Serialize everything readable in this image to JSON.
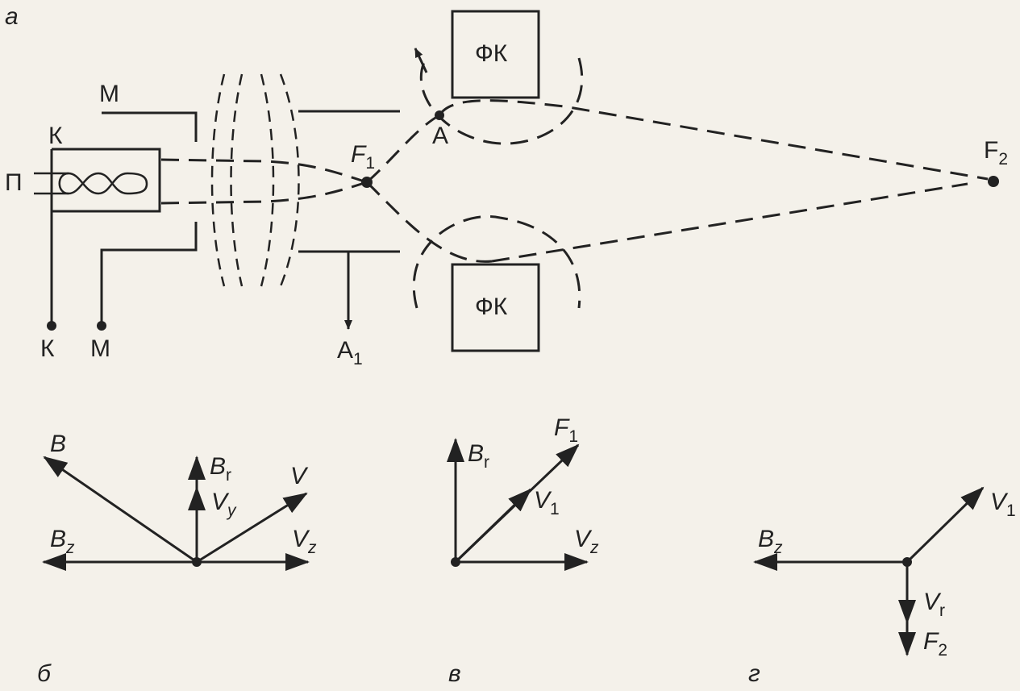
{
  "panels": {
    "a": "а",
    "b": "б",
    "v": "в",
    "g": "г"
  },
  "scheme": {
    "cathode": "К",
    "modulator": "М",
    "heater": "П",
    "focus_1": "F",
    "focus_1_sub": "1",
    "focus_2": "F",
    "focus_2_sub": "2",
    "point_a": "A",
    "anode": "A",
    "anode_sub": "1",
    "fk_top": "ФК",
    "fk_bottom": "ФК",
    "lead_k": "К",
    "lead_m": "М"
  },
  "vectors_b": {
    "B": "B",
    "Br": "B",
    "Br_sub": "r",
    "Vy": "V",
    "Vy_sub": "y",
    "V": "V",
    "Bz": "B",
    "Bz_sub": "z",
    "Vz": "V",
    "Vz_sub": "z"
  },
  "vectors_v": {
    "Br": "B",
    "Br_sub": "r",
    "F1": "F",
    "F1_sub": "1",
    "V1": "V",
    "V1_sub": "1",
    "Vz": "V",
    "Vz_sub": "z"
  },
  "vectors_g": {
    "V1": "V",
    "V1_sub": "1",
    "Bz": "B",
    "Bz_sub": "z",
    "Vr": "V",
    "Vr_sub": "r",
    "F2": "F",
    "F2_sub": "2"
  }
}
